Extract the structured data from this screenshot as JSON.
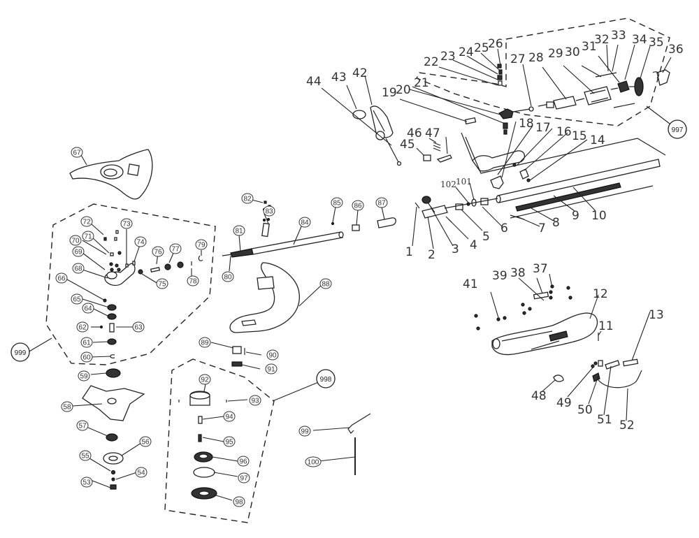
{
  "diagram": {
    "type": "exploded-parts-diagram",
    "subject": "electric grass trimmer / brush cutter",
    "groups": [
      {
        "id": "997",
        "label": "997",
        "members": [
          "22",
          "23",
          "24",
          "25",
          "26",
          "27",
          "28",
          "29",
          "30",
          "31",
          "32",
          "33",
          "34",
          "35",
          "36"
        ]
      },
      {
        "id": "998",
        "label": "998",
        "members": [
          "92",
          "93",
          "94",
          "95",
          "96",
          "97",
          "98"
        ]
      },
      {
        "id": "999",
        "label": "999",
        "members": [
          "60",
          "61",
          "62",
          "63",
          "64",
          "65",
          "66",
          "68",
          "69",
          "70",
          "71",
          "72",
          "73",
          "74",
          "75",
          "76",
          "77",
          "78",
          "79"
        ]
      }
    ],
    "plain_labels": [
      {
        "id": "p1",
        "text": "1"
      },
      {
        "id": "p2",
        "text": "2"
      },
      {
        "id": "p3",
        "text": "3"
      },
      {
        "id": "p4",
        "text": "4"
      },
      {
        "id": "p5",
        "text": "5"
      },
      {
        "id": "p6",
        "text": "6"
      },
      {
        "id": "p7",
        "text": "7"
      },
      {
        "id": "p8",
        "text": "8"
      },
      {
        "id": "p9",
        "text": "9"
      },
      {
        "id": "p10",
        "text": "10"
      },
      {
        "id": "p11",
        "text": "11"
      },
      {
        "id": "p12",
        "text": "12"
      },
      {
        "id": "p13",
        "text": "13"
      },
      {
        "id": "p14",
        "text": "14"
      },
      {
        "id": "p15",
        "text": "15"
      },
      {
        "id": "p16",
        "text": "16"
      },
      {
        "id": "p17",
        "text": "17"
      },
      {
        "id": "p18",
        "text": "18"
      },
      {
        "id": "p19",
        "text": "19"
      },
      {
        "id": "p20",
        "text": "20"
      },
      {
        "id": "p21",
        "text": "21"
      },
      {
        "id": "p22",
        "text": "22"
      },
      {
        "id": "p23",
        "text": "23"
      },
      {
        "id": "p24",
        "text": "24"
      },
      {
        "id": "p25",
        "text": "25"
      },
      {
        "id": "p26",
        "text": "26"
      },
      {
        "id": "p27",
        "text": "27"
      },
      {
        "id": "p28",
        "text": "28"
      },
      {
        "id": "p29",
        "text": "29"
      },
      {
        "id": "p30",
        "text": "30"
      },
      {
        "id": "p31",
        "text": "31"
      },
      {
        "id": "p32",
        "text": "32"
      },
      {
        "id": "p33",
        "text": "33"
      },
      {
        "id": "p34",
        "text": "34"
      },
      {
        "id": "p35",
        "text": "35"
      },
      {
        "id": "p36",
        "text": "36"
      },
      {
        "id": "p37",
        "text": "37"
      },
      {
        "id": "p38",
        "text": "38"
      },
      {
        "id": "p39",
        "text": "39"
      },
      {
        "id": "p41",
        "text": "41"
      },
      {
        "id": "p42",
        "text": "42"
      },
      {
        "id": "p43",
        "text": "43"
      },
      {
        "id": "p44",
        "text": "44"
      },
      {
        "id": "p45",
        "text": "45"
      },
      {
        "id": "p46",
        "text": "46"
      },
      {
        "id": "p47",
        "text": "47"
      },
      {
        "id": "p48",
        "text": "48"
      },
      {
        "id": "p49",
        "text": "49"
      },
      {
        "id": "p50",
        "text": "50"
      },
      {
        "id": "p51",
        "text": "51"
      },
      {
        "id": "p52",
        "text": "52"
      },
      {
        "id": "p101",
        "text": "101"
      },
      {
        "id": "p102",
        "text": "102"
      }
    ],
    "circled_labels": [
      {
        "id": "c53",
        "text": "53"
      },
      {
        "id": "c54",
        "text": "54"
      },
      {
        "id": "c55",
        "text": "55"
      },
      {
        "id": "c56",
        "text": "56"
      },
      {
        "id": "c57",
        "text": "57"
      },
      {
        "id": "c58",
        "text": "58"
      },
      {
        "id": "c59",
        "text": "59"
      },
      {
        "id": "c60",
        "text": "60"
      },
      {
        "id": "c61",
        "text": "61"
      },
      {
        "id": "c62",
        "text": "62"
      },
      {
        "id": "c63",
        "text": "63"
      },
      {
        "id": "c64",
        "text": "64"
      },
      {
        "id": "c65",
        "text": "65"
      },
      {
        "id": "c66",
        "text": "66"
      },
      {
        "id": "c67",
        "text": "67"
      },
      {
        "id": "c68",
        "text": "68"
      },
      {
        "id": "c69",
        "text": "69"
      },
      {
        "id": "c70",
        "text": "70"
      },
      {
        "id": "c71",
        "text": "71"
      },
      {
        "id": "c72",
        "text": "72"
      },
      {
        "id": "c73",
        "text": "73"
      },
      {
        "id": "c74",
        "text": "74"
      },
      {
        "id": "c75",
        "text": "75"
      },
      {
        "id": "c76",
        "text": "76"
      },
      {
        "id": "c77",
        "text": "77"
      },
      {
        "id": "c78",
        "text": "78"
      },
      {
        "id": "c79",
        "text": "79"
      },
      {
        "id": "c80",
        "text": "80"
      },
      {
        "id": "c81",
        "text": "81"
      },
      {
        "id": "c82",
        "text": "82"
      },
      {
        "id": "c83",
        "text": "83"
      },
      {
        "id": "c84",
        "text": "84"
      },
      {
        "id": "c85",
        "text": "85"
      },
      {
        "id": "c86",
        "text": "86"
      },
      {
        "id": "c87",
        "text": "87"
      },
      {
        "id": "c88",
        "text": "88"
      },
      {
        "id": "c89",
        "text": "89"
      },
      {
        "id": "c90",
        "text": "90"
      },
      {
        "id": "c91",
        "text": "91"
      },
      {
        "id": "c92",
        "text": "92"
      },
      {
        "id": "c93",
        "text": "93"
      },
      {
        "id": "c94",
        "text": "94"
      },
      {
        "id": "c95",
        "text": "95"
      },
      {
        "id": "c96",
        "text": "96"
      },
      {
        "id": "c97",
        "text": "97"
      },
      {
        "id": "c98",
        "text": "98"
      },
      {
        "id": "c99",
        "text": "99"
      },
      {
        "id": "c100",
        "text": "100"
      }
    ]
  }
}
